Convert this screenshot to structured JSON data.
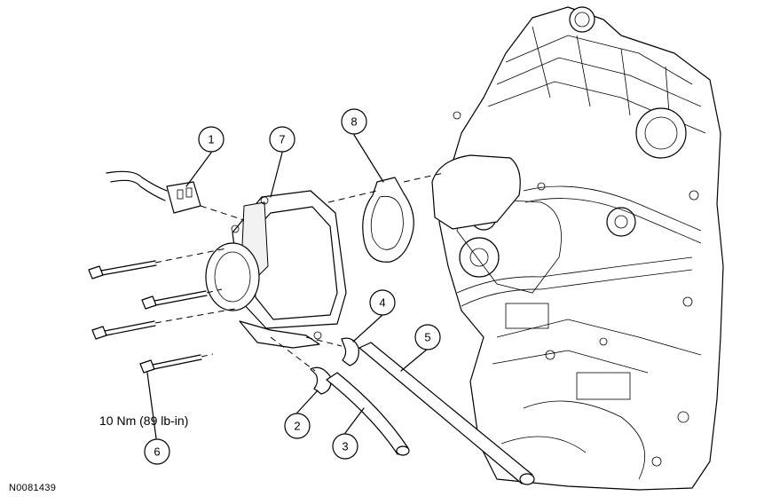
{
  "callouts": [
    {
      "id": "1",
      "label": "1"
    },
    {
      "id": "2",
      "label": "2"
    },
    {
      "id": "3",
      "label": "3"
    },
    {
      "id": "4",
      "label": "4"
    },
    {
      "id": "5",
      "label": "5"
    },
    {
      "id": "6",
      "label": "6"
    },
    {
      "id": "7",
      "label": "7"
    },
    {
      "id": "8",
      "label": "8"
    }
  ],
  "torque_spec": "10 Nm (89 lb-in)",
  "figure_id": "N0081439"
}
